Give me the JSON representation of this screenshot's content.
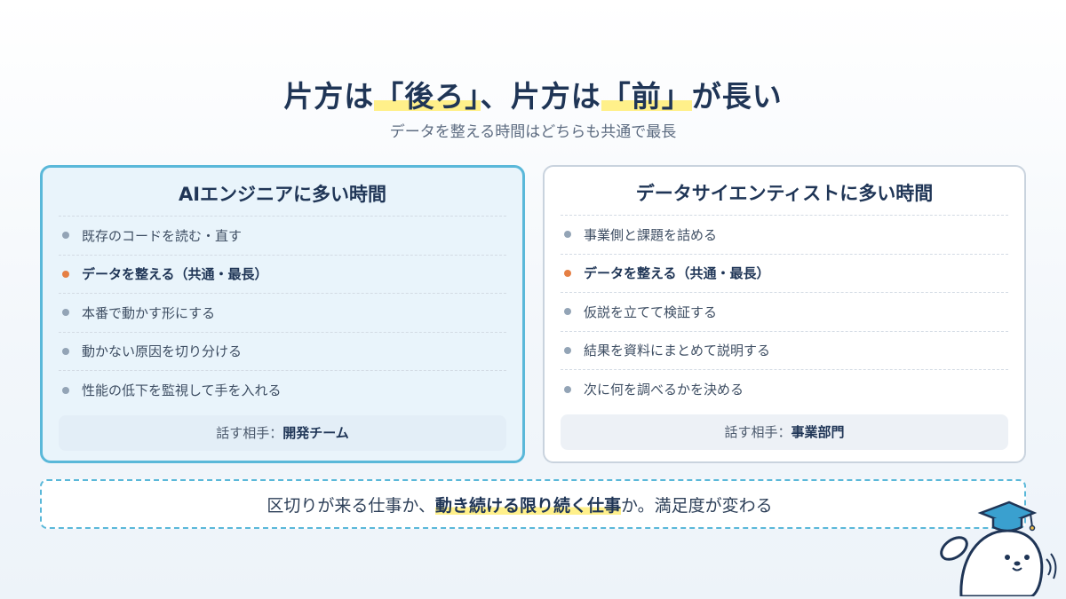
{
  "heading": {
    "part1": "片方は",
    "hl1": "「後ろ」",
    "part2": "、片方は",
    "hl2": "「前」",
    "part3": "が長い"
  },
  "subtitle": "データを整える時間はどちらも共通で最長",
  "left_card": {
    "title": "AIエンジニアに多い時間",
    "items": [
      "既存のコードを読む・直す",
      "データを整える（共通・最長）",
      "本番で動かす形にする",
      "動かない原因を切り分ける",
      "性能の低下を監視して手を入れる"
    ],
    "partner_label": "話す相手：",
    "partner_value": "開発チーム"
  },
  "right_card": {
    "title": "データサイエンティストに多い時間",
    "items": [
      "事業側と課題を詰める",
      "データを整える（共通・最長）",
      "仮説を立てて検証する",
      "結果を資料にまとめて説明する",
      "次に何を調べるかを決める"
    ],
    "partner_label": "話す相手：",
    "partner_value": "事業部門"
  },
  "bottom": {
    "before": "区切りが来る仕事か、",
    "highlight": "動き続ける限り続く仕事",
    "after": "か。満足度が変わる"
  },
  "colors": {
    "accent_border": "#5ab8d9",
    "highlight": "#fff08a",
    "emphasis_dot": "#e57f44",
    "title_text": "#1f3556"
  },
  "icons": [
    "seal-mascot-icon",
    "graduation-cap-icon"
  ]
}
